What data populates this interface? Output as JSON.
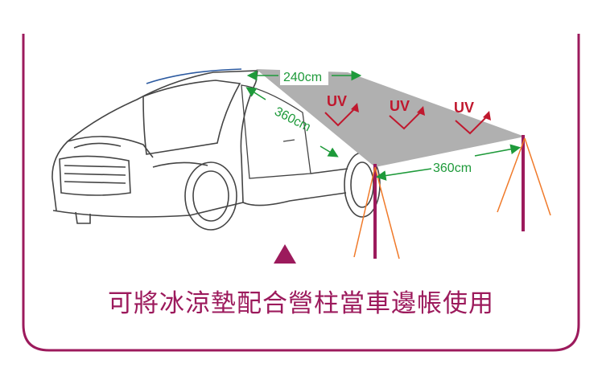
{
  "labels": {
    "width_top": "240cm",
    "length_diag": "360cm",
    "length_bottom": "360cm",
    "uv": "UV"
  },
  "caption": "可將冰涼墊配合營柱當車邊帳使用",
  "colors": {
    "frame": "#9c1a5c",
    "awning": "#b0b0b0",
    "pole": "#9c1a5c",
    "rope": "#f07a2a",
    "arrow": "#1e9a3a",
    "uv": "#c0182e",
    "marker": "#9c1a5c",
    "car_line": "#444444"
  }
}
